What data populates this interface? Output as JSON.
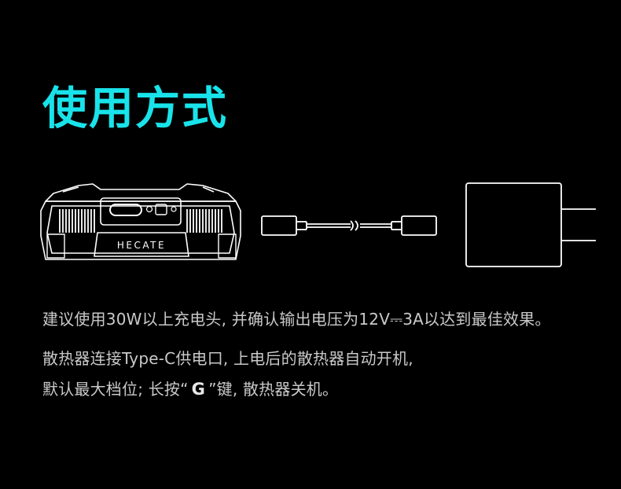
{
  "title": "使用方式",
  "device": {
    "brand_logo": "HECATE"
  },
  "instructions": {
    "line1": "建议使用30W以上充电头, 并确认输出电压为12V⎓3A以达到最佳效果。",
    "line2": "散热器连接Type-C供电口, 上电后的散热器自动开机,",
    "line3_prefix": "默认最大档位; 长按“",
    "line3_key": "G",
    "line3_suffix": "”键, 散热器关机。"
  },
  "icons": {
    "device": "cooler-device-icon",
    "cable": "usb-c-cable-icon",
    "adapter": "power-adapter-icon"
  },
  "colors": {
    "title": "#19e3ea",
    "body_text": "#c9c9c9",
    "background": "#000000",
    "outline": "#ffffff"
  }
}
